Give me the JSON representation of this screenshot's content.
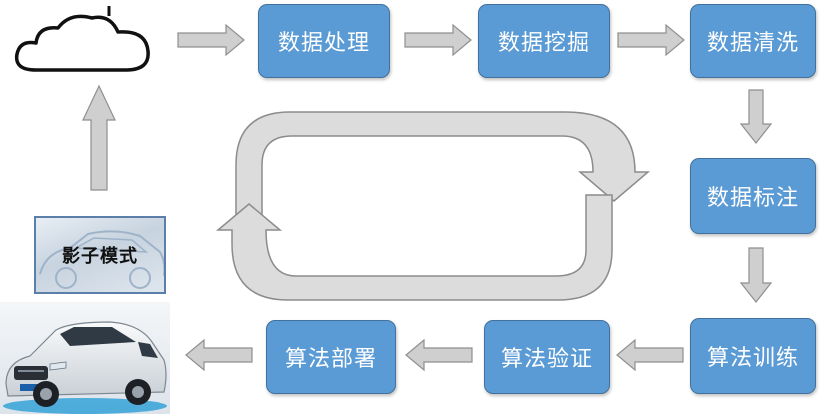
{
  "steps": {
    "processing": "数据处理",
    "mining": "数据挖掘",
    "cleaning": "数据清洗",
    "labeling": "数据标注",
    "training": "算法训练",
    "validation": "算法验证",
    "deployment": "算法部署"
  },
  "shadow_mode": {
    "label": "影子模式"
  },
  "icons": {
    "cloud": "cloud-icon",
    "car": "suv-car-photo",
    "cycle": "cycle-arrow-icon"
  },
  "colors": {
    "box_fill": "#5b9bd5",
    "box_border": "#41719c",
    "arrow_fill": "#c8c8c8",
    "arrow_stroke": "#8f8f8f"
  }
}
